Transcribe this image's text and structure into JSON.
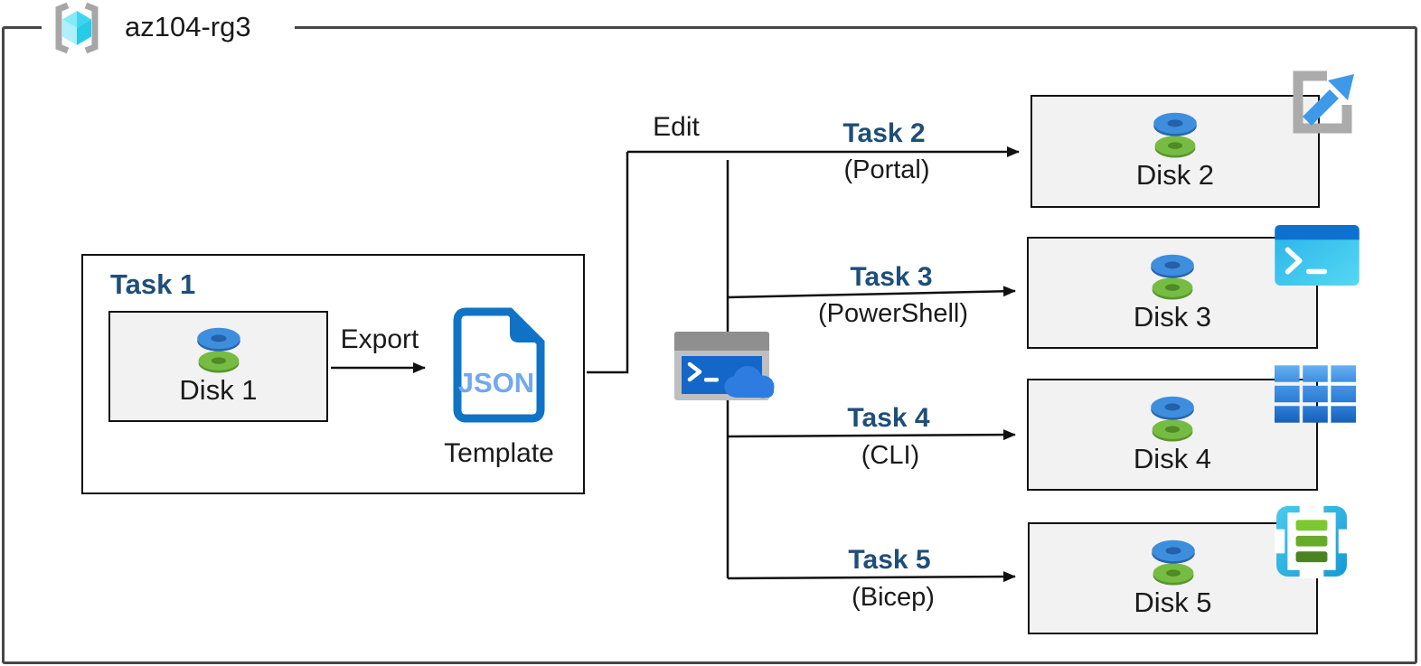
{
  "resource_group": {
    "name": "az104-rg3",
    "icon": "resource-group-icon"
  },
  "task1": {
    "label": "Task 1",
    "disk_label": "Disk 1",
    "export_label": "Export",
    "json_text": "JSON",
    "template_label": "Template"
  },
  "edit_label": "Edit",
  "branches": [
    {
      "task": "Task 2",
      "method": "(Portal)",
      "disk": "Disk 2",
      "icon": "azure-portal-icon"
    },
    {
      "task": "Task 3",
      "method": "(PowerShell)",
      "disk": "Disk 3",
      "icon": "powershell-icon"
    },
    {
      "task": "Task 4",
      "method": "(CLI)",
      "disk": "Disk 4",
      "icon": "azure-cli-icon"
    },
    {
      "task": "Task 5",
      "method": "(Bicep)",
      "disk": "Disk 5",
      "icon": "bicep-template-icon"
    }
  ],
  "middle_icon": "cloud-shell-icon",
  "colors": {
    "task_label": "#1F4E79",
    "box_fill": "#F2F2F2",
    "box_border": "#111111",
    "outer_border": "#464646",
    "azure_blue": "#1173C6",
    "disk_blue": "#3E8EDE",
    "disk_green": "#76BC43",
    "cyan": "#2FC0EC",
    "connector": "#111111"
  }
}
